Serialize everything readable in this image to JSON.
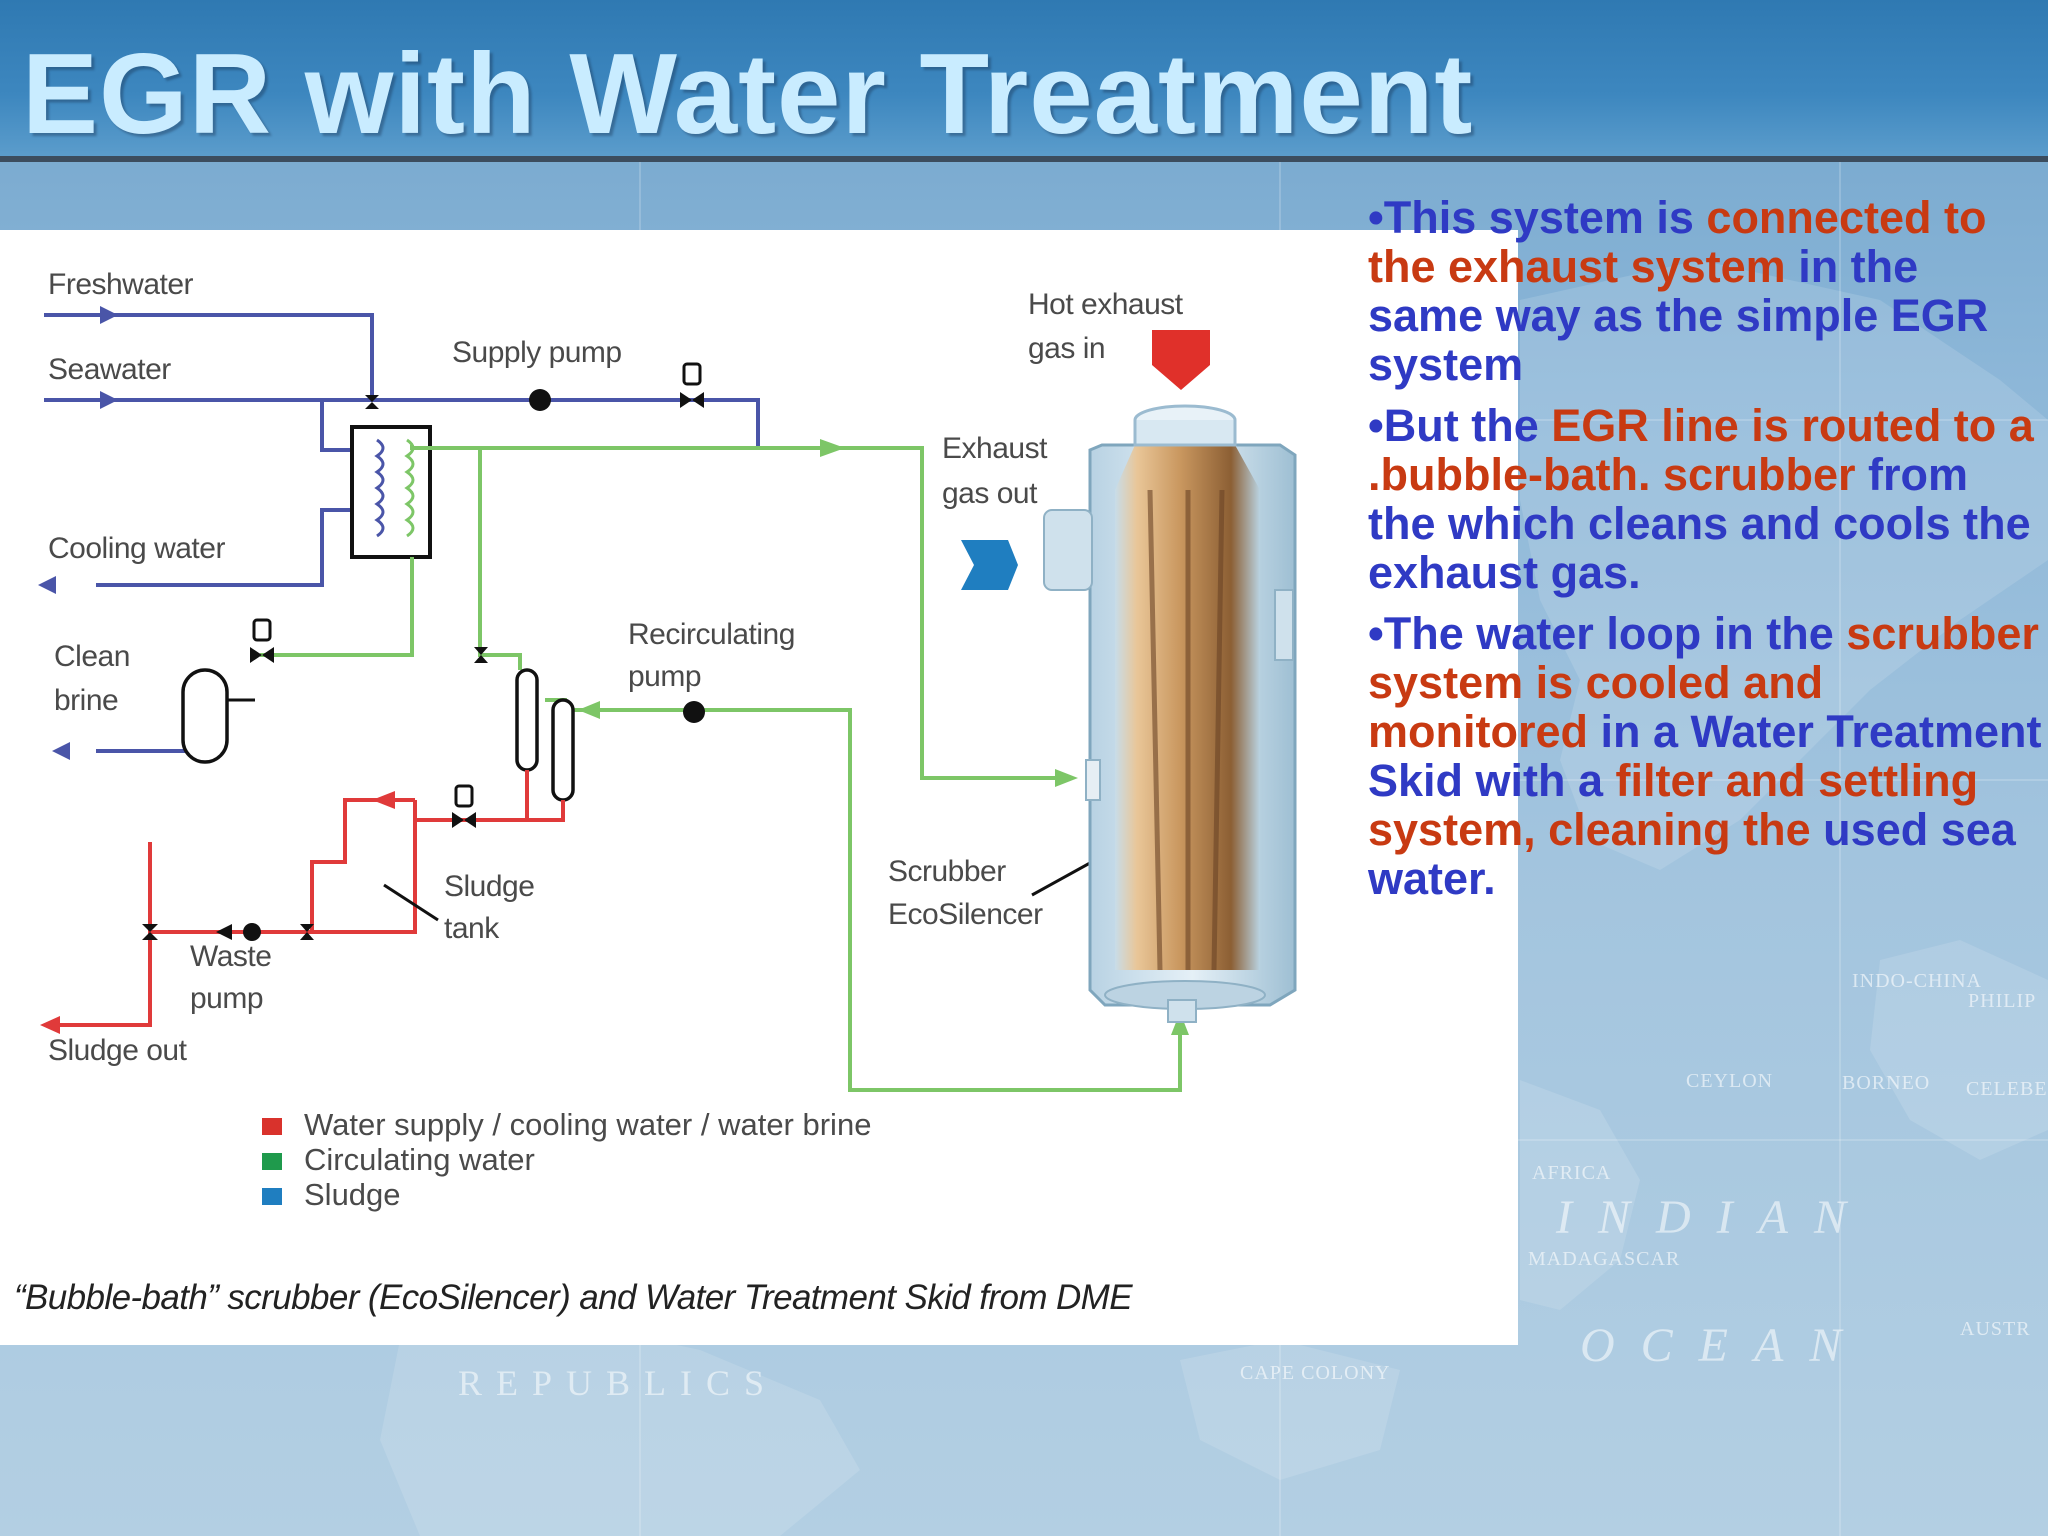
{
  "slide": {
    "title": "EGR with Water Treatment",
    "background": {
      "map_labels": {
        "indian": "INDIAN",
        "ocean": "OCEAN",
        "republics": "REPUBLICS",
        "indo_china": "INDO-CHINA",
        "philip": "PHILIP",
        "ceylon": "CEYLON",
        "borneo": "BORNEO",
        "celebes": "CELEBES",
        "africa": "AFRICA",
        "madagascar": "MADAGASCAR",
        "cape_colony": "CAPE COLONY",
        "austr": "AUSTR"
      }
    }
  },
  "diagram": {
    "labels": {
      "freshwater": "Freshwater",
      "seawater": "Seawater",
      "supply_pump": "Supply pump",
      "hot_exhaust_1": "Hot exhaust",
      "hot_exhaust_2": "gas in",
      "exhaust_out_1": "Exhaust",
      "exhaust_out_2": "gas out",
      "cooling_water": "Cooling water",
      "clean_brine_1": "Clean",
      "clean_brine_2": "brine",
      "recirc_pump_1": "Recirculating",
      "recirc_pump_2": "pump",
      "scrubber_1": "Scrubber",
      "scrubber_2": "EcoSilencer",
      "sludge_tank_1": "Sludge",
      "sludge_tank_2": "tank",
      "waste_pump_1": "Waste",
      "waste_pump_2": "pump",
      "sludge_out": "Sludge out"
    },
    "legend": [
      {
        "label": "Water supply / cooling water / water brine",
        "color": "#d9322c"
      },
      {
        "label": "Circulating water",
        "color": "#1f9a4c"
      },
      {
        "label": "Sludge",
        "color": "#1f7ec0"
      }
    ],
    "caption": "“Bubble-bath” scrubber (EcoSilencer) and Water Treatment Skid from DME",
    "colors": {
      "blue_line": "#4a55a8",
      "green_line": "#7dc667",
      "red_line": "#e03a3a",
      "exhaust_in": "#e0302a",
      "exhaust_out": "#1f7ec0"
    }
  },
  "text_panel": {
    "bullet1": {
      "bullet": "•",
      "part1": "This system is ",
      "part2": "connected to the exhaust system",
      "part3": " in the same way as the simple EGR system"
    },
    "bullet2": {
      "bullet": "•",
      "part1": "But the ",
      "part2": "EGR line is routed to a .bubble-bath. scrubber",
      "part3": " from the which cleans and cools the exhaust gas."
    },
    "bullet3": {
      "bullet": "•",
      "part1": "The water loop in the ",
      "part2": "scrubber system is cooled and monitored",
      "part3": " in a Water Treatment Skid with a ",
      "part4": "filter and settling system, cleaning the",
      "part5": " used sea water."
    },
    "colors": {
      "blue": "#2f3ac4",
      "red": "#c83a12"
    }
  }
}
